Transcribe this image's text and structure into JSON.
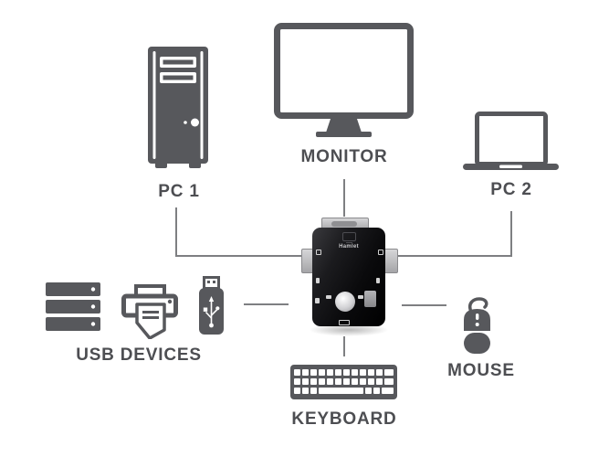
{
  "diagram": {
    "type": "KVM switch connection diagram",
    "labels": {
      "pc1": "PC 1",
      "monitor": "MONITOR",
      "pc2": "PC 2",
      "usb_devices": "USB DEVICES",
      "keyboard": "KEYBOARD",
      "mouse": "MOUSE"
    },
    "kvm": {
      "brand": "Hamlet"
    },
    "icons": {
      "pc1": "desktop-tower-icon",
      "monitor": "monitor-icon",
      "pc2": "laptop-icon",
      "usb_devices": [
        "server-stack-icon",
        "printer-icon",
        "usb-stick-icon"
      ],
      "keyboard": "keyboard-icon",
      "mouse": "mouse-icon",
      "kvm": "kvm-switch-device"
    },
    "connections": [
      {
        "from": "pc1",
        "to": "kvm"
      },
      {
        "from": "monitor",
        "to": "kvm"
      },
      {
        "from": "pc2",
        "to": "kvm"
      },
      {
        "from": "usb_devices",
        "to": "kvm"
      },
      {
        "from": "keyboard",
        "to": "kvm"
      },
      {
        "from": "mouse",
        "to": "kvm"
      }
    ],
    "colors": {
      "icon": "#57585c",
      "line": "#7e7f82",
      "label": "#4d4e52",
      "kvm_body": "#0d0d10",
      "kvm_connector": "#c0c0c3"
    }
  }
}
